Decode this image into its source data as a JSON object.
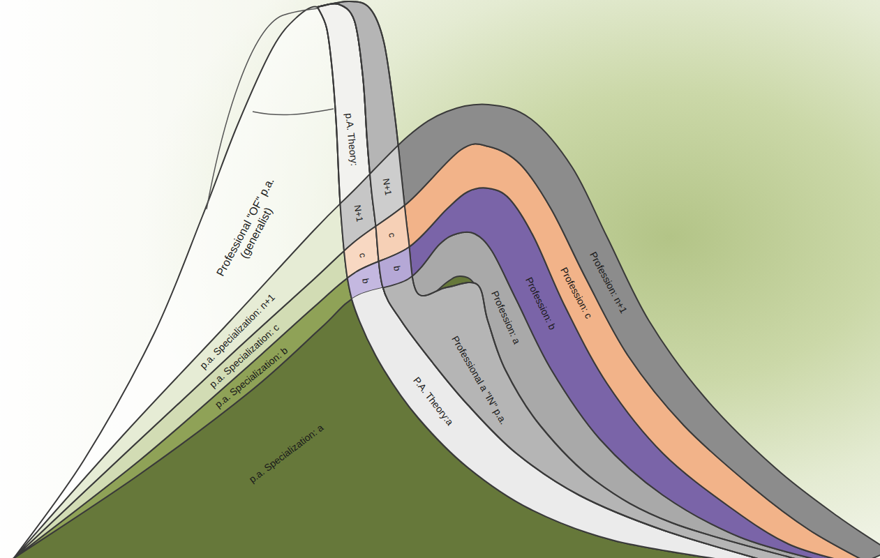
{
  "diagram": {
    "nodes": [
      {
        "text": [
          "Professional \"OF\" p.a. (generalist)"
        ]
      },
      {
        "text": [
          "p.a. Specialization: n+1"
        ]
      },
      {
        "text": [
          "p.a. Specialization: c"
        ]
      },
      {
        "text": [
          "p.a. Specialization: b"
        ]
      },
      {
        "text": [
          "p.a. Specialization: a"
        ]
      },
      {
        "text": [
          "p.A. Theory:"
        ]
      },
      {
        "text": [
          "P.A. Theory:a"
        ]
      },
      {
        "text": [
          "Professional a \"IN\" p.a."
        ]
      },
      {
        "text": [
          "Profession: a"
        ]
      },
      {
        "text": [
          "Profession: b"
        ]
      },
      {
        "text": [
          "Profession: c"
        ]
      },
      {
        "text": [
          "Profession: n+1"
        ]
      }
    ],
    "labels": [
      "N+1",
      "N+1",
      "c",
      "c",
      "b",
      "b"
    ]
  }
}
